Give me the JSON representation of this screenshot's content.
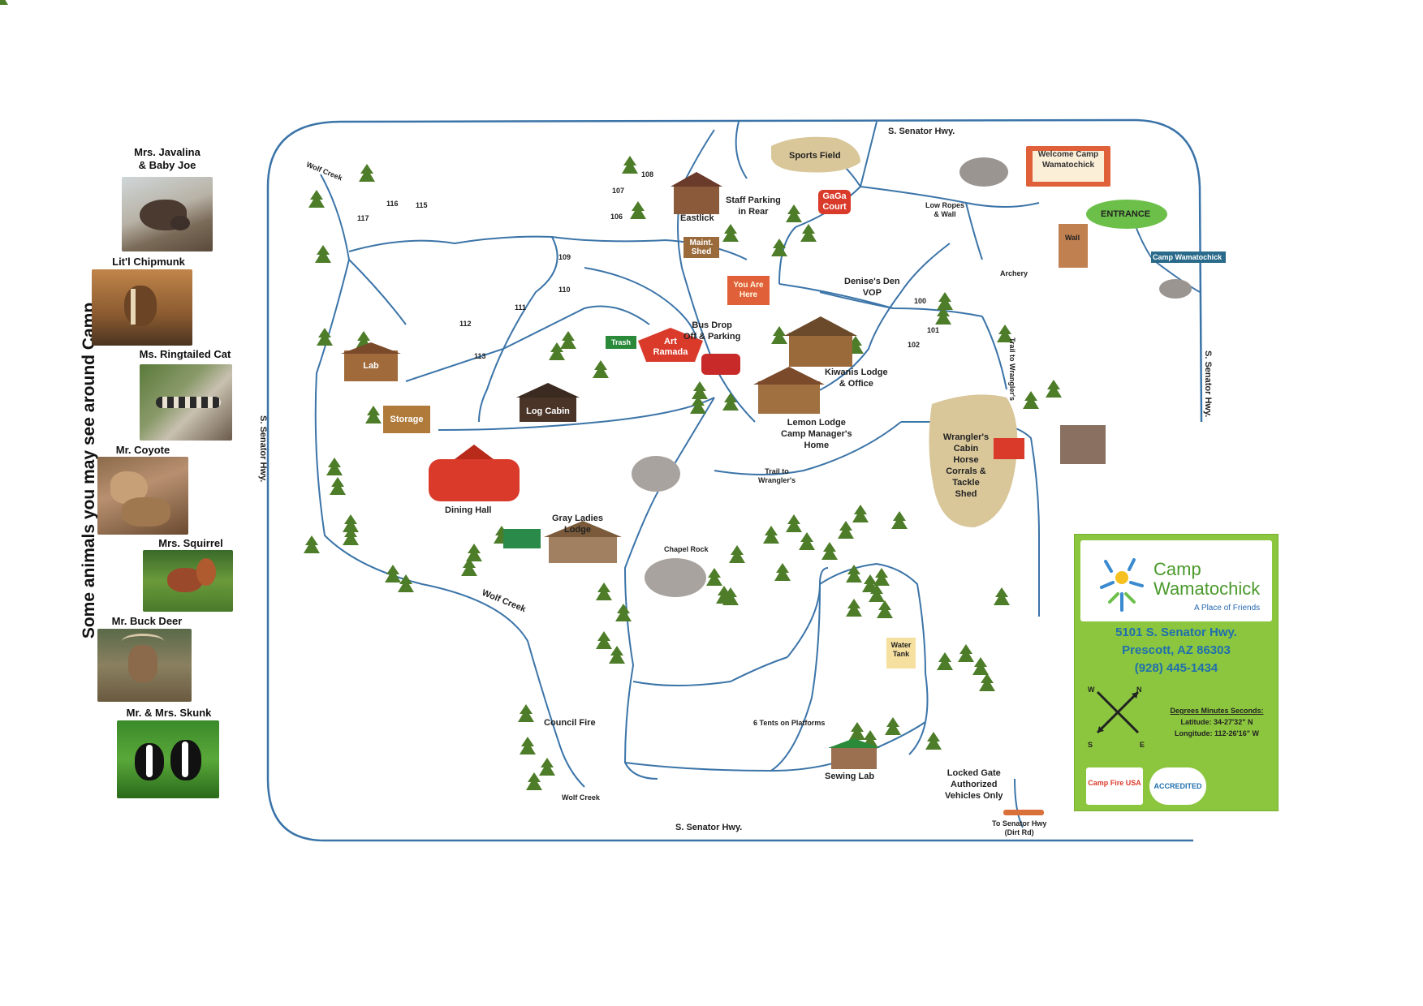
{
  "side_title": "Some animals you may see around Camp",
  "animals": [
    {
      "name": "Mrs. Javalina & Baby Joe",
      "line1": "Mrs. Javalina",
      "line2": "& Baby Joe"
    },
    {
      "name": "Lit'l Chipmunk",
      "line1": "Lit'l Chipmunk",
      "line2": ""
    },
    {
      "name": "Ms. Ringtailed Cat",
      "line1": "Ms.  Ringtailed  Cat",
      "line2": ""
    },
    {
      "name": "Mr. Coyote",
      "line1": "Mr. Coyote",
      "line2": ""
    },
    {
      "name": "Mrs. Squirrel",
      "line1": "Mrs. Squirrel",
      "line2": ""
    },
    {
      "name": "Mr. Buck Deer",
      "line1": "Mr. Buck Deer",
      "line2": ""
    },
    {
      "name": "Mr. & Mrs. Skunk",
      "line1": "Mr. & Mrs. Skunk",
      "line2": ""
    }
  ],
  "roads": {
    "top": "S. Senator Hwy.",
    "bottom": "S. Senator Hwy.",
    "left": "S. Senator Hwy.",
    "right": "S. Senator Hwy."
  },
  "creeks": {
    "wolf_creek_top": "Wolf Creek",
    "wolf_creek_mid": "Wolf Creek",
    "wolf_creek_bottom": "Wolf Creek"
  },
  "sites": [
    "117",
    "116",
    "115",
    "107",
    "108",
    "106",
    "109",
    "110",
    "111",
    "112",
    "113",
    "100",
    "101",
    "102"
  ],
  "places": {
    "sports_field": "Sports Field",
    "gaga_court": "GaGa Court",
    "eastlick": "Eastlick",
    "staff_parking_1": "Staff Parking",
    "staff_parking_2": "in Rear",
    "maint_shed": "Maint. Shed",
    "you_are_here": "You Are Here",
    "denises_den_1": "Denise's Den",
    "denises_den_2": "VOP",
    "low_ropes_1": "Low Ropes",
    "low_ropes_2": "& Wall",
    "welcome_sign": "Welcome Camp Wamatochick",
    "entrance": "ENTRANCE",
    "wall": "Wall",
    "archery": "Archery",
    "camp_sign": "Camp Wamatochick",
    "lab": "Lab",
    "storage": "Storage",
    "trash": "Trash",
    "art_ramada": "Art Ramada",
    "bus_drop_1": "Bus Drop",
    "bus_drop_2": "Off & Parking",
    "log_cabin": "Log Cabin",
    "kiwanis_1": "Kiwanis Lodge",
    "kiwanis_2": "& Office",
    "lemon_1": "Lemon Lodge",
    "lemon_2": "Camp Manager's",
    "lemon_3": "Home",
    "trail_to_wranglers_1": "Trail to",
    "trail_to_wranglers_2": "Wrangler's",
    "trail_to_wranglers_v": "Trail to Wrangler's",
    "wranglers": [
      "Wrangler's",
      "Cabin",
      "Horse",
      "Corrals &",
      "Tackle",
      "Shed"
    ],
    "dining_hall": "Dining Hall",
    "gray_ladies_1": "Gray Ladies",
    "gray_ladies_2": "Lodge",
    "chapel_rock": "Chapel Rock",
    "water_tank": "Water Tank",
    "tents": "6 Tents on Platforms",
    "council_fire": "Council Fire",
    "sewing_lab": "Sewing Lab",
    "locked_gate": [
      "Locked Gate",
      "Authorized",
      "Vehicles Only"
    ],
    "to_senator_1": "To Senator Hwy",
    "to_senator_2": "(Dirt Rd)"
  },
  "info": {
    "logo_name_1": "Camp",
    "logo_name_2": "Wamatochick",
    "tagline": "A Place of Friends",
    "address_1": "5101 S. Senator Hwy.",
    "address_2": "Prescott, AZ  86303",
    "phone": "(928) 445-1434",
    "compass_w": "W",
    "compass_n": "N",
    "compass_s": "S",
    "compass_e": "E",
    "coord_title": "Degrees Minutes Seconds:",
    "latitude": "Latitude:  34-27'32\" N",
    "longitude": "Longitude: 112-26'16\" W",
    "badge_1": "Camp Fire USA",
    "badge_2": "ACCREDITED"
  },
  "colors": {
    "path": "#3b74a8",
    "tree": "#4e7d2a",
    "building_brown": "#9a6a3a",
    "building_red": "#d93a2a",
    "info_green": "#8cc63f",
    "entrance_green": "#6cc04a",
    "wrangler_field": "#d9c79a"
  }
}
